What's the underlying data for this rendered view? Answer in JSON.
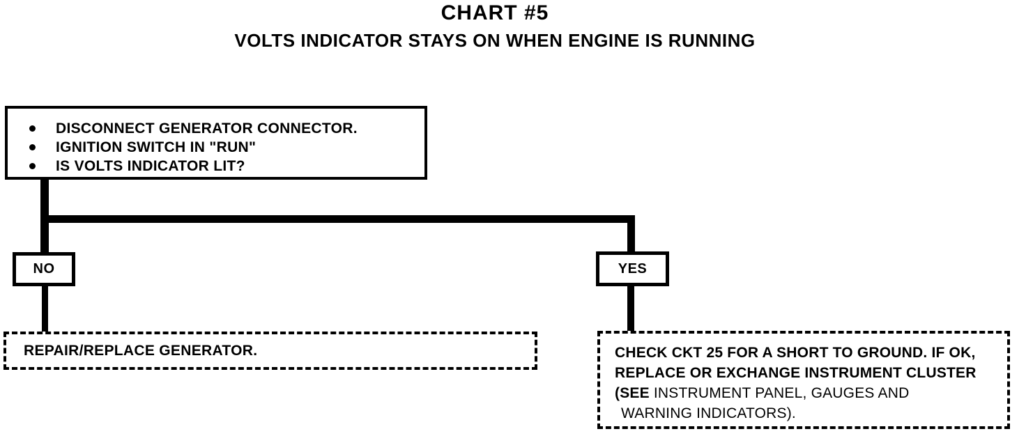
{
  "page": {
    "title": "CHART #5",
    "subtitle": "VOLTS INDICATOR STAYS ON WHEN ENGINE IS RUNNING"
  },
  "flowchart": {
    "start_box": {
      "bullets": [
        "DISCONNECT GENERATOR CONNECTOR.",
        "IGNITION SWITCH IN \"RUN\"",
        "IS VOLTS INDICATOR LIT?"
      ]
    },
    "no_branch": {
      "label": "NO",
      "result": "REPAIR/REPLACE GENERATOR."
    },
    "yes_branch": {
      "label": "YES",
      "result_line1": "CHECK CKT 25 FOR A SHORT TO GROUND. IF OK,",
      "result_line2": "REPLACE OR EXCHANGE INSTRUMENT CLUSTER",
      "result_line3_bold": "(SEE",
      "result_line3_regular": "INSTRUMENT PANEL, GAUGES AND",
      "result_line4": "WARNING INDICATORS)."
    }
  },
  "colors": {
    "ink": "#000000",
    "paper": "#ffffff"
  }
}
